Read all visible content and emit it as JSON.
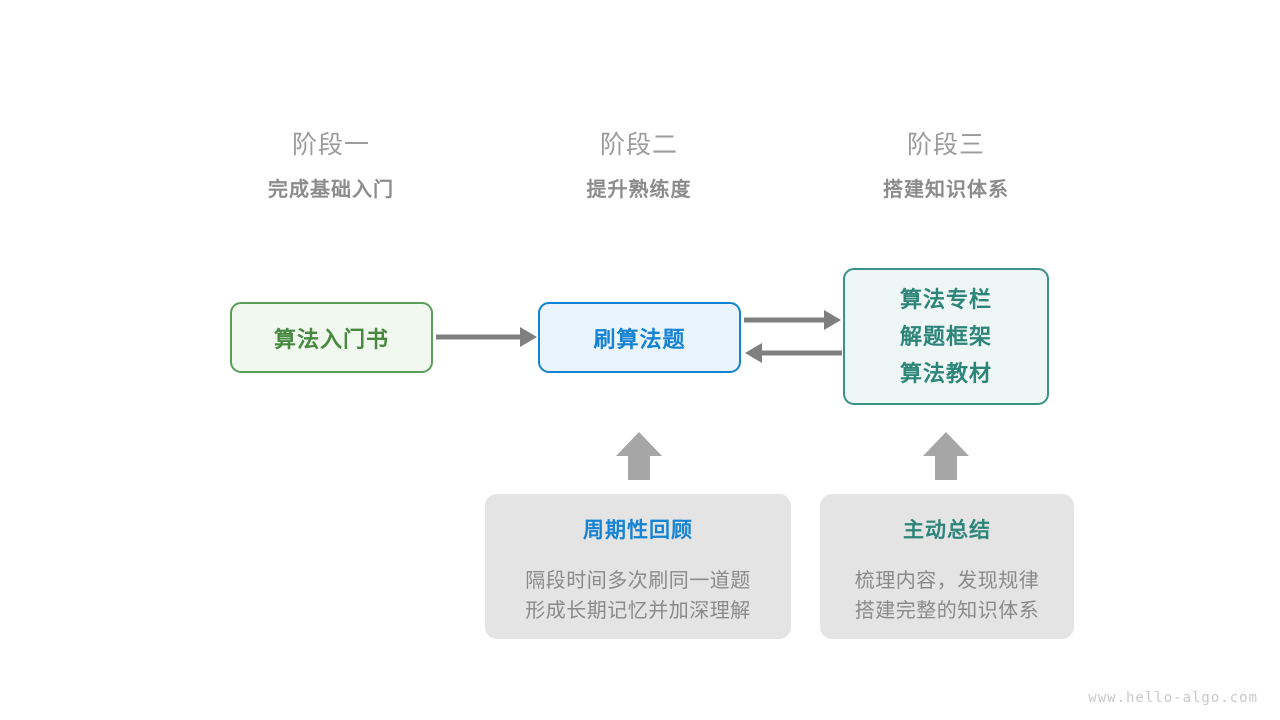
{
  "stages": [
    {
      "title": "阶段一",
      "subtitle": "完成基础入门"
    },
    {
      "title": "阶段二",
      "subtitle": "提升熟练度"
    },
    {
      "title": "阶段三",
      "subtitle": "搭建知识体系"
    }
  ],
  "nodes": {
    "book": {
      "label": "算法入门书",
      "color": "#47893f",
      "border": "#5a9e58",
      "fill": "#f1f8f0"
    },
    "practice": {
      "label": "刷算法题",
      "color": "#1583d4",
      "border": "#1583d4",
      "fill": "#e9f4fd"
    },
    "knowledge": {
      "line1": "算法专栏",
      "line2": "解题框架",
      "line3": "算法教材",
      "color": "#2d8579",
      "border": "#3a9287",
      "fill": "#eef7f5"
    }
  },
  "notes": [
    {
      "title": "周期性回顾",
      "title_color": "#1583d4",
      "line1": "隔段时间多次刷同一道题",
      "line2": "形成长期记忆并加深理解"
    },
    {
      "title": "主动总结",
      "title_color": "#2d8579",
      "line1": "梳理内容，发现规律",
      "line2": "搭建完整的知识体系"
    }
  ],
  "connectors": {
    "arrow_color": "#7f7f7f",
    "block_arrow_color": "#a6a6a6",
    "items": [
      {
        "name": "book-to-practice",
        "direction": "right"
      },
      {
        "name": "practice-to-knowledge",
        "direction": "right"
      },
      {
        "name": "knowledge-to-practice",
        "direction": "left"
      },
      {
        "name": "review-to-practice",
        "direction": "up"
      },
      {
        "name": "summary-to-knowledge",
        "direction": "up"
      }
    ]
  },
  "watermark": "www.hello-algo.com"
}
